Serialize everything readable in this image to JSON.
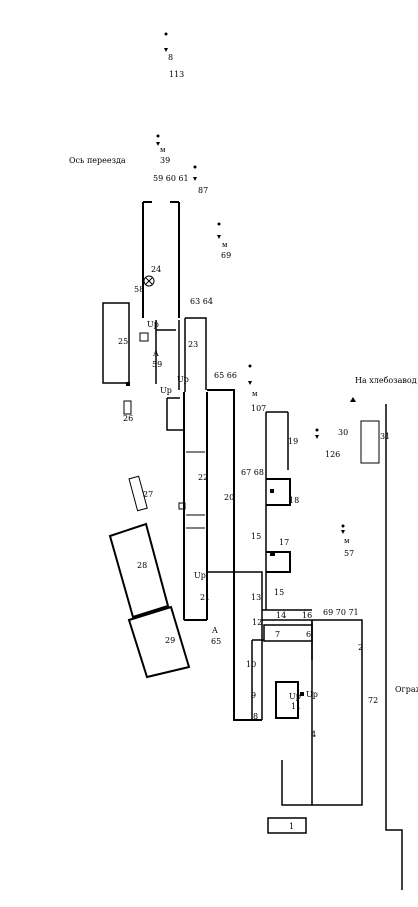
{
  "texts": {
    "crossing_axis": "Ось переезда",
    "bakery": "На хлебозавод",
    "fence": "Ограждение",
    "m": "м",
    "up": "Up",
    "a": "A"
  },
  "numbers": {
    "n8top": "8",
    "n113": "113",
    "n39": "39",
    "n87": "87",
    "n59_60_61": "59 60 61",
    "n69a": "69",
    "n24": "24",
    "n58": "58",
    "n63_64": "63 64",
    "n25": "25",
    "n23": "23",
    "n59b": "59",
    "n65_66": "65  66",
    "n107": "107",
    "n26": "26",
    "n19": "19",
    "n30": "30",
    "n31": "31",
    "n126": "126",
    "n22": "22",
    "n27": "27",
    "n67_68": "67  68",
    "n20": "20",
    "n18": "18",
    "n15a": "15",
    "n17": "17",
    "n57": "57",
    "n28": "28",
    "n21": "21",
    "n13": "13",
    "n15b": "15",
    "n14": "14",
    "n16": "16",
    "n69_70_71": "69  70  71",
    "n12": "12",
    "n7": "7",
    "n6": "6",
    "n65b": "65",
    "n2": "2",
    "n29": "29",
    "n10": "10",
    "n9": "9",
    "n11": "11",
    "n72": "72",
    "n8b": "8",
    "n4": "4",
    "n1": "1"
  }
}
